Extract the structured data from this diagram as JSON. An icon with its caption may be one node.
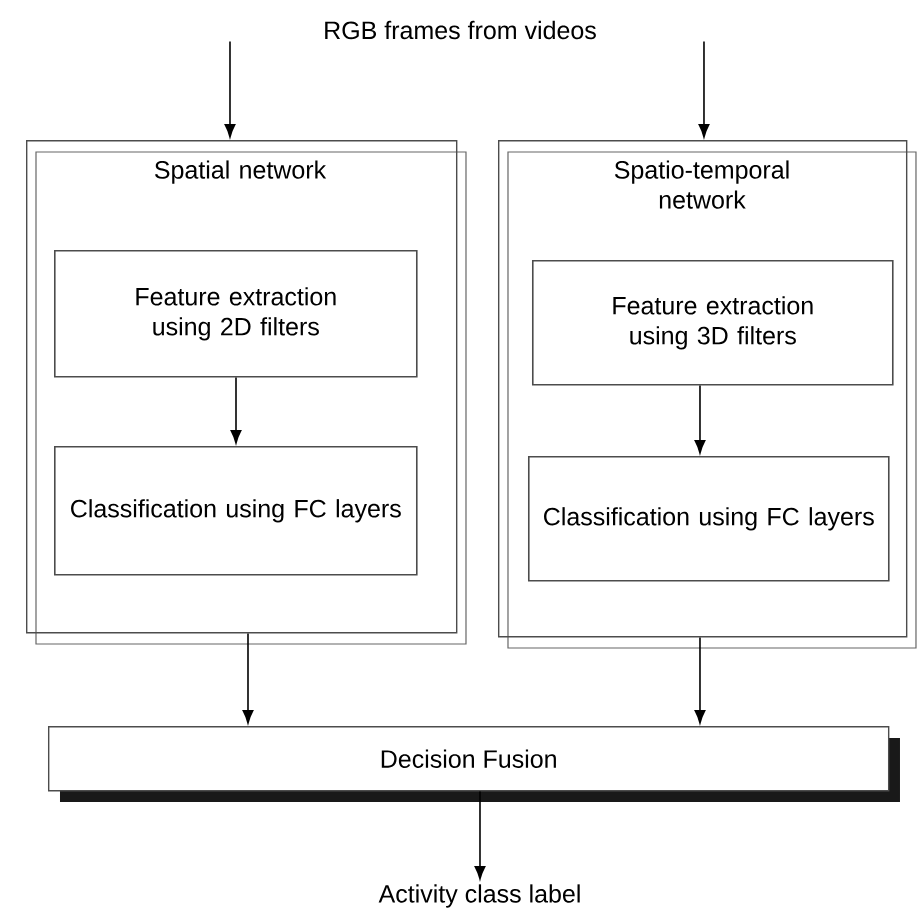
{
  "diagram": {
    "nodes": [
      {
        "text": [
          "RGB frames from videos"
        ]
      },
      {
        "text": [
          "Spatial network"
        ]
      },
      {
        "text": [
          "Feature extraction using 2D filters"
        ],
        "in": 1
      },
      {
        "text": [
          "Classification using FC layers"
        ],
        "in": 1
      },
      {
        "text": [
          "Spatio-temporal network"
        ]
      },
      {
        "text": [
          "Feature extraction using 3D filters"
        ],
        "in": 4
      },
      {
        "text": [
          "Classification using FC layers"
        ],
        "in": 4
      },
      {
        "text": [
          "Decision Fusion"
        ]
      },
      {
        "text": [
          "Activity class label"
        ]
      }
    ],
    "edges": [
      {
        "from": 0,
        "to": 1,
        "arrow": "to"
      },
      {
        "from": 0,
        "to": 4,
        "arrow": "to"
      },
      {
        "from": 2,
        "to": 3,
        "arrow": "to"
      },
      {
        "from": 5,
        "to": 6,
        "arrow": "to"
      },
      {
        "from": 1,
        "to": 7,
        "arrow": "to"
      },
      {
        "from": 4,
        "to": 7,
        "arrow": "to"
      },
      {
        "from": 7,
        "to": 8,
        "arrow": "to"
      }
    ]
  }
}
